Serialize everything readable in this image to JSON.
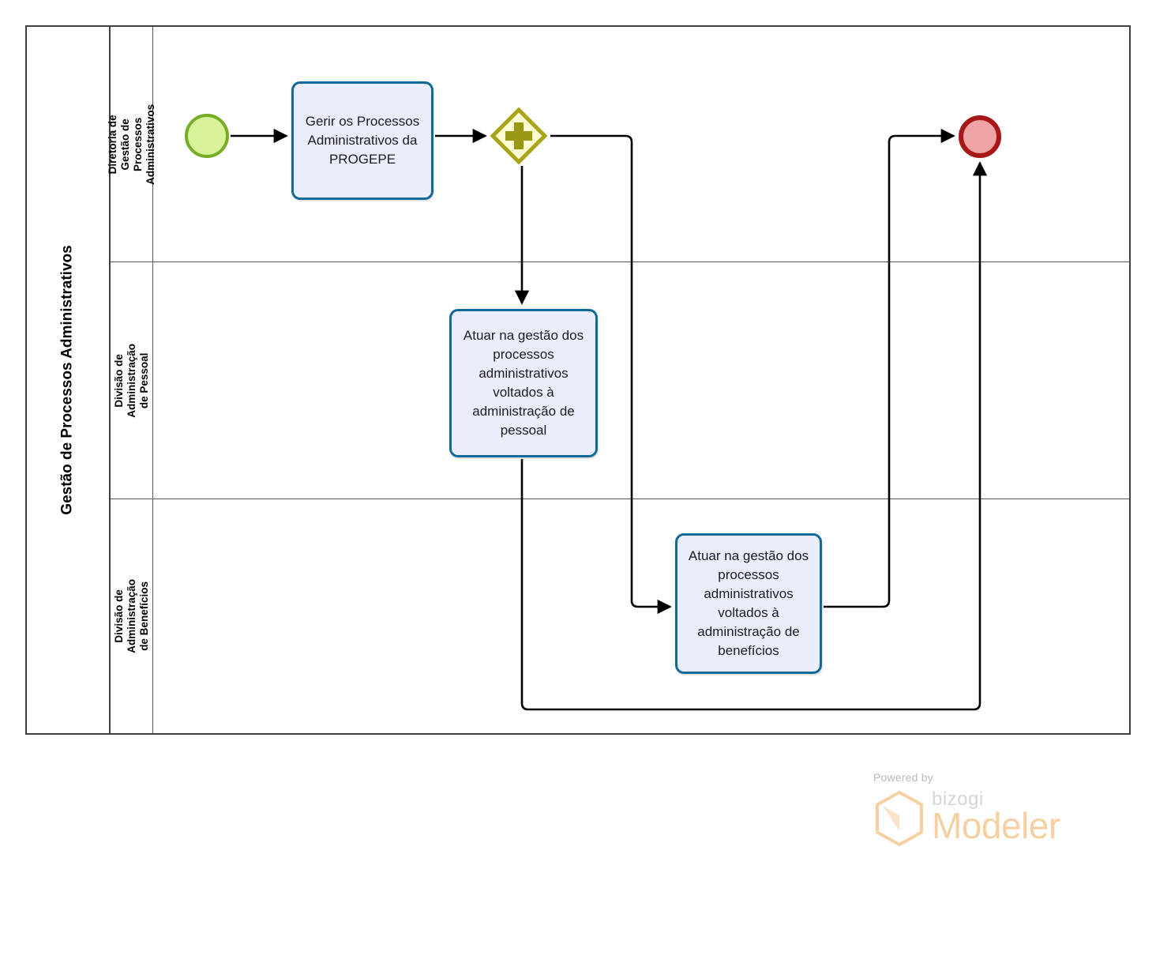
{
  "diagram": {
    "type": "bpmn-pool-lane-process",
    "pool_title": "Gestão de Processos Administrativos",
    "lanes": [
      {
        "id": "lane-diretoria",
        "label": "Diretoria de Gestão de Processos Administrativos"
      },
      {
        "id": "lane-pessoal",
        "label": "Divisão de Administração de Pessoal"
      },
      {
        "id": "lane-beneficios",
        "label": "Divisão de Administração de Benefícios"
      }
    ],
    "events": [
      {
        "id": "start-event",
        "kind": "start",
        "lane": "lane-diretoria",
        "fill": "#d7f299",
        "stroke": "#76ad25"
      },
      {
        "id": "end-event",
        "kind": "end",
        "lane": "lane-diretoria",
        "fill": "#eda3a3",
        "stroke": "#a81717"
      }
    ],
    "gateways": [
      {
        "id": "parallel-gateway",
        "kind": "parallel",
        "symbol": "+",
        "lane": "lane-diretoria",
        "fill": "#fdfbcf",
        "stroke": "#a8a51c"
      }
    ],
    "tasks": [
      {
        "id": "task-gerir",
        "label": "Gerir os Processos Administrativos da PROGEPE",
        "lane": "lane-diretoria"
      },
      {
        "id": "task-pessoal",
        "label": "Atuar na gestão dos processos administrativos voltados à administração de pessoal",
        "lane": "lane-pessoal"
      },
      {
        "id": "task-beneficios",
        "label": "Atuar na gestão dos processos administrativos voltados à administração de benefícios",
        "lane": "lane-beneficios"
      }
    ],
    "flows": [
      {
        "from": "start-event",
        "to": "task-gerir"
      },
      {
        "from": "task-gerir",
        "to": "parallel-gateway"
      },
      {
        "from": "parallel-gateway",
        "to": "task-pessoal"
      },
      {
        "from": "parallel-gateway",
        "to": "task-beneficios"
      },
      {
        "from": "task-beneficios",
        "to": "end-event"
      },
      {
        "from": "task-pessoal",
        "to": "end-event"
      }
    ],
    "colors": {
      "task_fill": "#eaeefc",
      "task_stroke": "#10699b",
      "pool_stroke": "#404040",
      "lane_stroke": "#555555",
      "flow_stroke": "#000000"
    }
  },
  "footer": {
    "powered_by": "Powered by",
    "brand_small": "bizogi",
    "brand_large": "Modeler",
    "brand_color": "#f6cfa3"
  }
}
